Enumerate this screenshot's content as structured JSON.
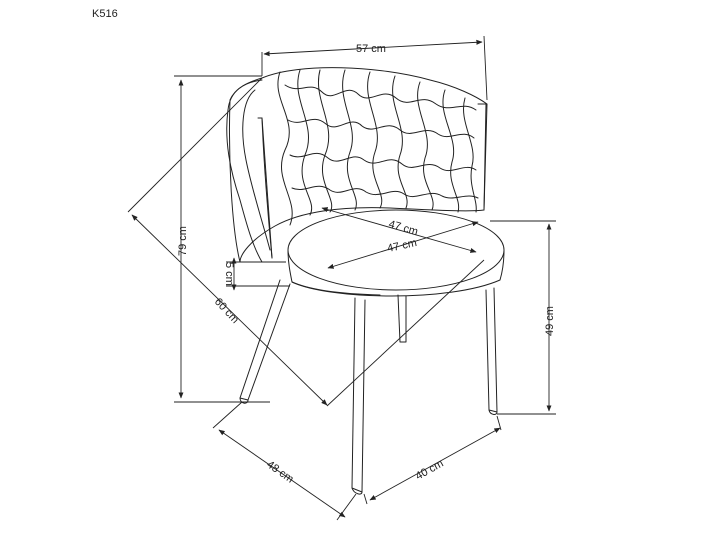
{
  "model_code": "K516",
  "dimensions": {
    "width": "57 cm",
    "height": "79 cm",
    "diagonal_depth": "60 cm",
    "seat_width_back": "47 cm",
    "seat_width_front": "47 cm",
    "seat_thickness": "5 cm",
    "seat_height": "49 cm",
    "base_side": "48 cm",
    "base_front": "40 cm"
  },
  "colors": {
    "line": "#222222",
    "background": "#ffffff"
  }
}
